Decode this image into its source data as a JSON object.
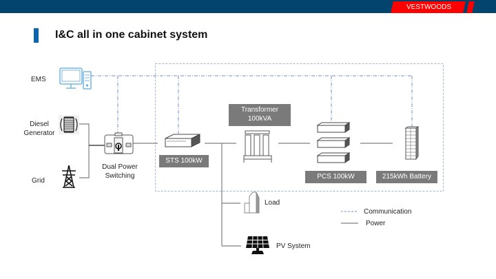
{
  "header": {
    "brand": "VESTWOODS",
    "colors": {
      "bar": "#03446f",
      "brand": "#ff0000",
      "accent": "#0e63ad"
    }
  },
  "title": "I&C all in one cabinet system",
  "nodes": {
    "ems": {
      "label": "EMS",
      "icon": "computer-icon"
    },
    "diesel": {
      "label_line1": "Diesel",
      "label_line2": "Generator",
      "icon": "generator-icon"
    },
    "grid": {
      "label": "Grid",
      "icon": "power-tower-icon"
    },
    "dual_power": {
      "label_line1": "Dual Power",
      "label_line2": "Switching",
      "icon": "transfer-switch-icon"
    },
    "sts": {
      "label": "STS 100kW",
      "icon": "sts-unit-icon"
    },
    "transformer": {
      "label_line1": "Transformer",
      "label_line2": "100kVA",
      "icon": "transformer-icon"
    },
    "pcs": {
      "label": "PCS 100kW",
      "icon": "pcs-unit-icon"
    },
    "battery": {
      "label": "215kWh Battery",
      "icon": "battery-rack-icon"
    },
    "load": {
      "label": "Load",
      "icon": "building-icon"
    },
    "pv": {
      "label": "PV System",
      "icon": "solar-panel-icon"
    }
  },
  "legend": {
    "communication": "Communication",
    "power": "Power"
  }
}
